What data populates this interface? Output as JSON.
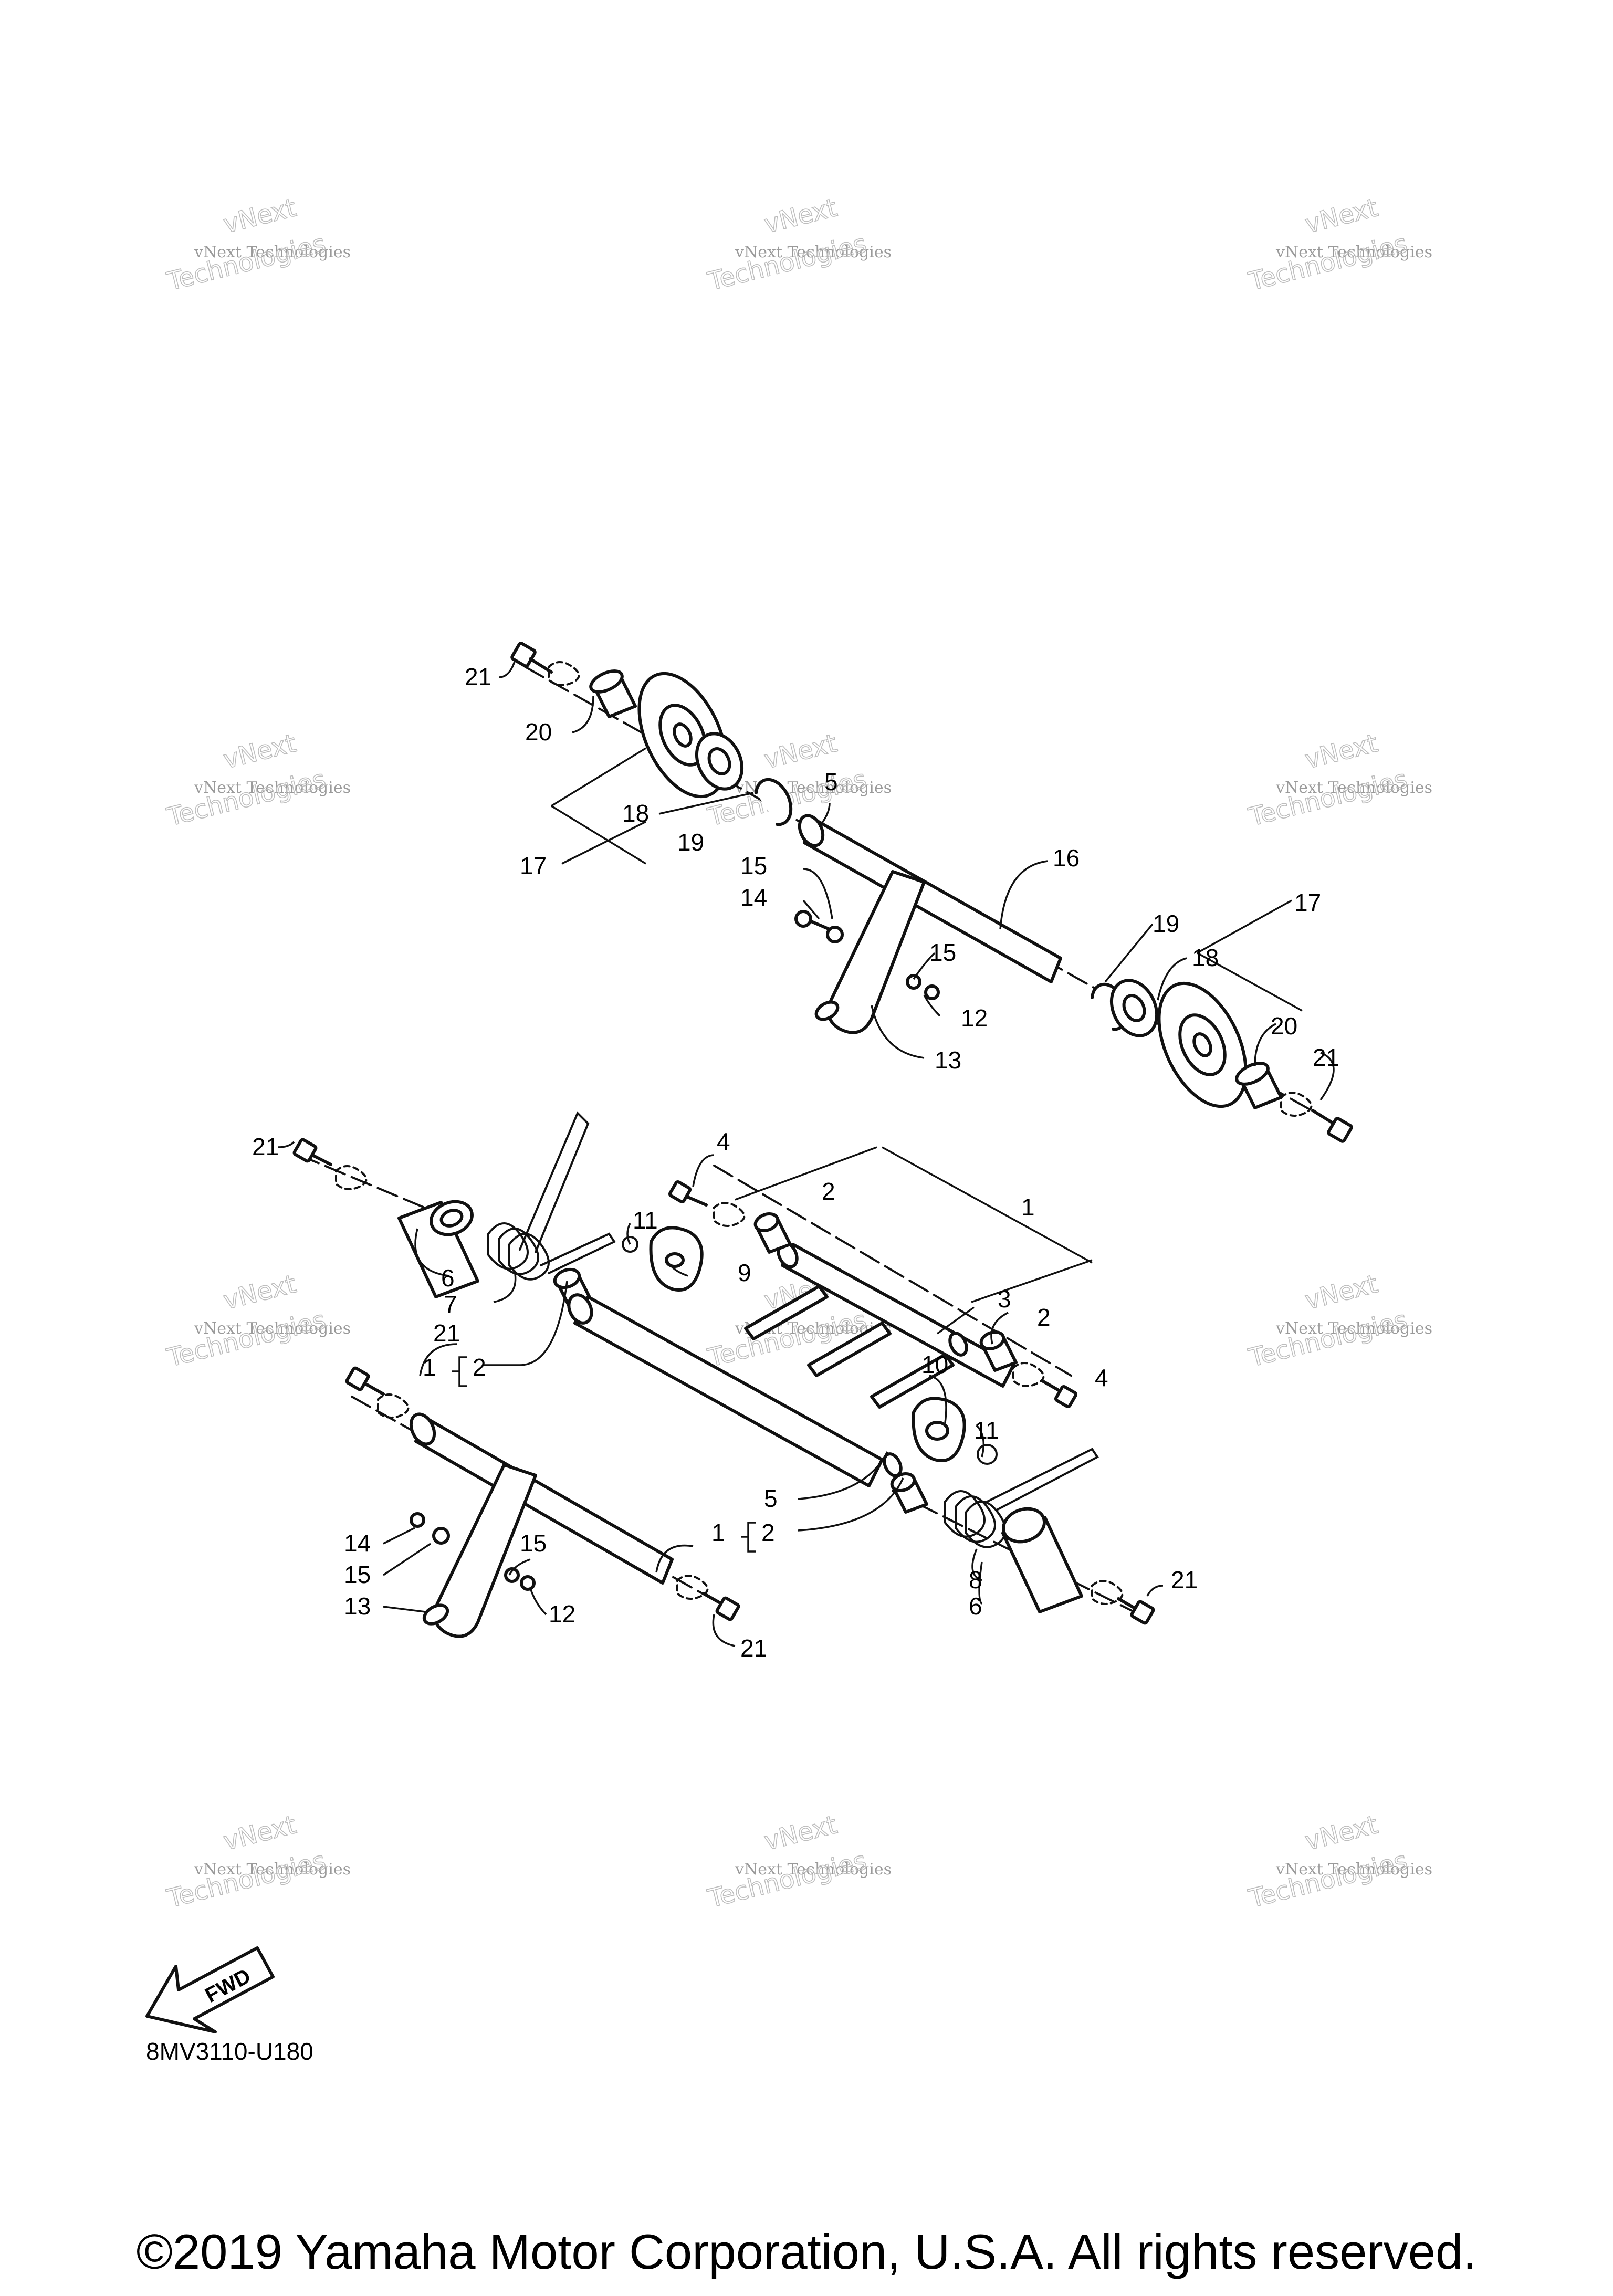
{
  "watermark": {
    "line1": "vNext Technologies",
    "line2": "vNext",
    "line3": "Technologies"
  },
  "fwd_label": "FWD",
  "diagram_code": "8MV3110-U180",
  "copyright": "©2019 Yamaha Motor Corporation, U.S.A. All rights reserved.",
  "callouts": [
    "1",
    "2",
    "3",
    "4",
    "5",
    "6",
    "7",
    "8",
    "9",
    "10",
    "11",
    "12",
    "13",
    "14",
    "15",
    "16",
    "17",
    "18",
    "19",
    "20",
    "21"
  ]
}
